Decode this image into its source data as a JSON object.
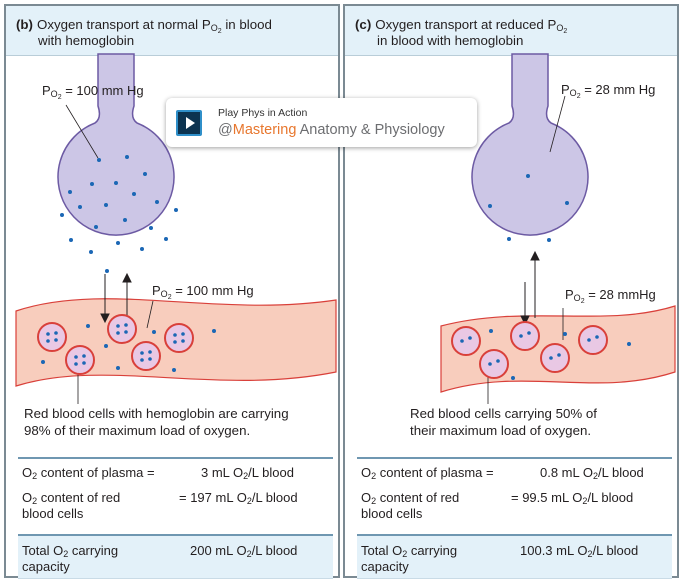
{
  "colors": {
    "panel_border": "#7b8a93",
    "header_fill": "#e3f1f9",
    "flask_fill": "#ccc6e6",
    "flask_stroke": "#6c5aa3",
    "vessel_fill": "#f8cdbd",
    "vessel_stroke": "#d9403a",
    "rbc_fill": "#e9c8e4",
    "o2_dot": "#1b67b5",
    "table_rule": "#6f97b1",
    "mastering_orange": "#e8772e"
  },
  "panel_b": {
    "header_prefix": "(b)",
    "header_line1": "Oxygen transport at normal",
    "header_line2": "in blood",
    "header_line3": "with hemoglobin",
    "p_symbol": "P",
    "o_sub": "O",
    "two": "2",
    "po2_top_value": "= 100 mm Hg",
    "po2_mid_value": "= 100 mm Hg",
    "caption_line1": "Red blood cells with hemoglobin are carrying",
    "caption_line2": "98% of their maximum load of oxygen.",
    "rows": [
      {
        "k1": "O",
        "k2": "content of plasma =",
        "v": "3 mL O",
        "v2": "/L blood"
      },
      {
        "k1": "O",
        "k2": "content of red",
        "k3": "blood cells",
        "v": "= 197 mL O",
        "v2": "/L blood"
      }
    ],
    "total": {
      "k1": "Total O",
      "k2": "carrying",
      "k3": "capacity",
      "v": "200 mL O",
      "v2": "/L blood"
    }
  },
  "panel_c": {
    "header_prefix": "(c)",
    "header_line1": "Oxygen transport at reduced P",
    "header_line2": "in blood with hemoglobin",
    "p_symbol": "P",
    "o_sub": "O",
    "two": "2",
    "po2_top_value": "= 28 mm Hg",
    "po2_mid_value": "= 28 mmHg",
    "caption_line1": "Red blood cells carrying 50% of",
    "caption_line2": "their maximum load of oxygen.",
    "rows": [
      {
        "k1": "O",
        "k2": "content of plasma =",
        "v": "0.8 mL O",
        "v2": "/L blood"
      },
      {
        "k1": "O",
        "k2": "content of red",
        "k3": "blood cells",
        "v": "= 99.5 mL O",
        "v2": "/L blood"
      }
    ],
    "total": {
      "k1": "Total O",
      "k2": "carrying",
      "k3": "capacity",
      "v": "100.3 mL O",
      "v2": "/L blood"
    }
  },
  "banner": {
    "icon": "play-icon",
    "title": "Play Phys in Action",
    "at": "@",
    "brand": "Mastering",
    "subtitle": " Anatomy & Physiology"
  }
}
